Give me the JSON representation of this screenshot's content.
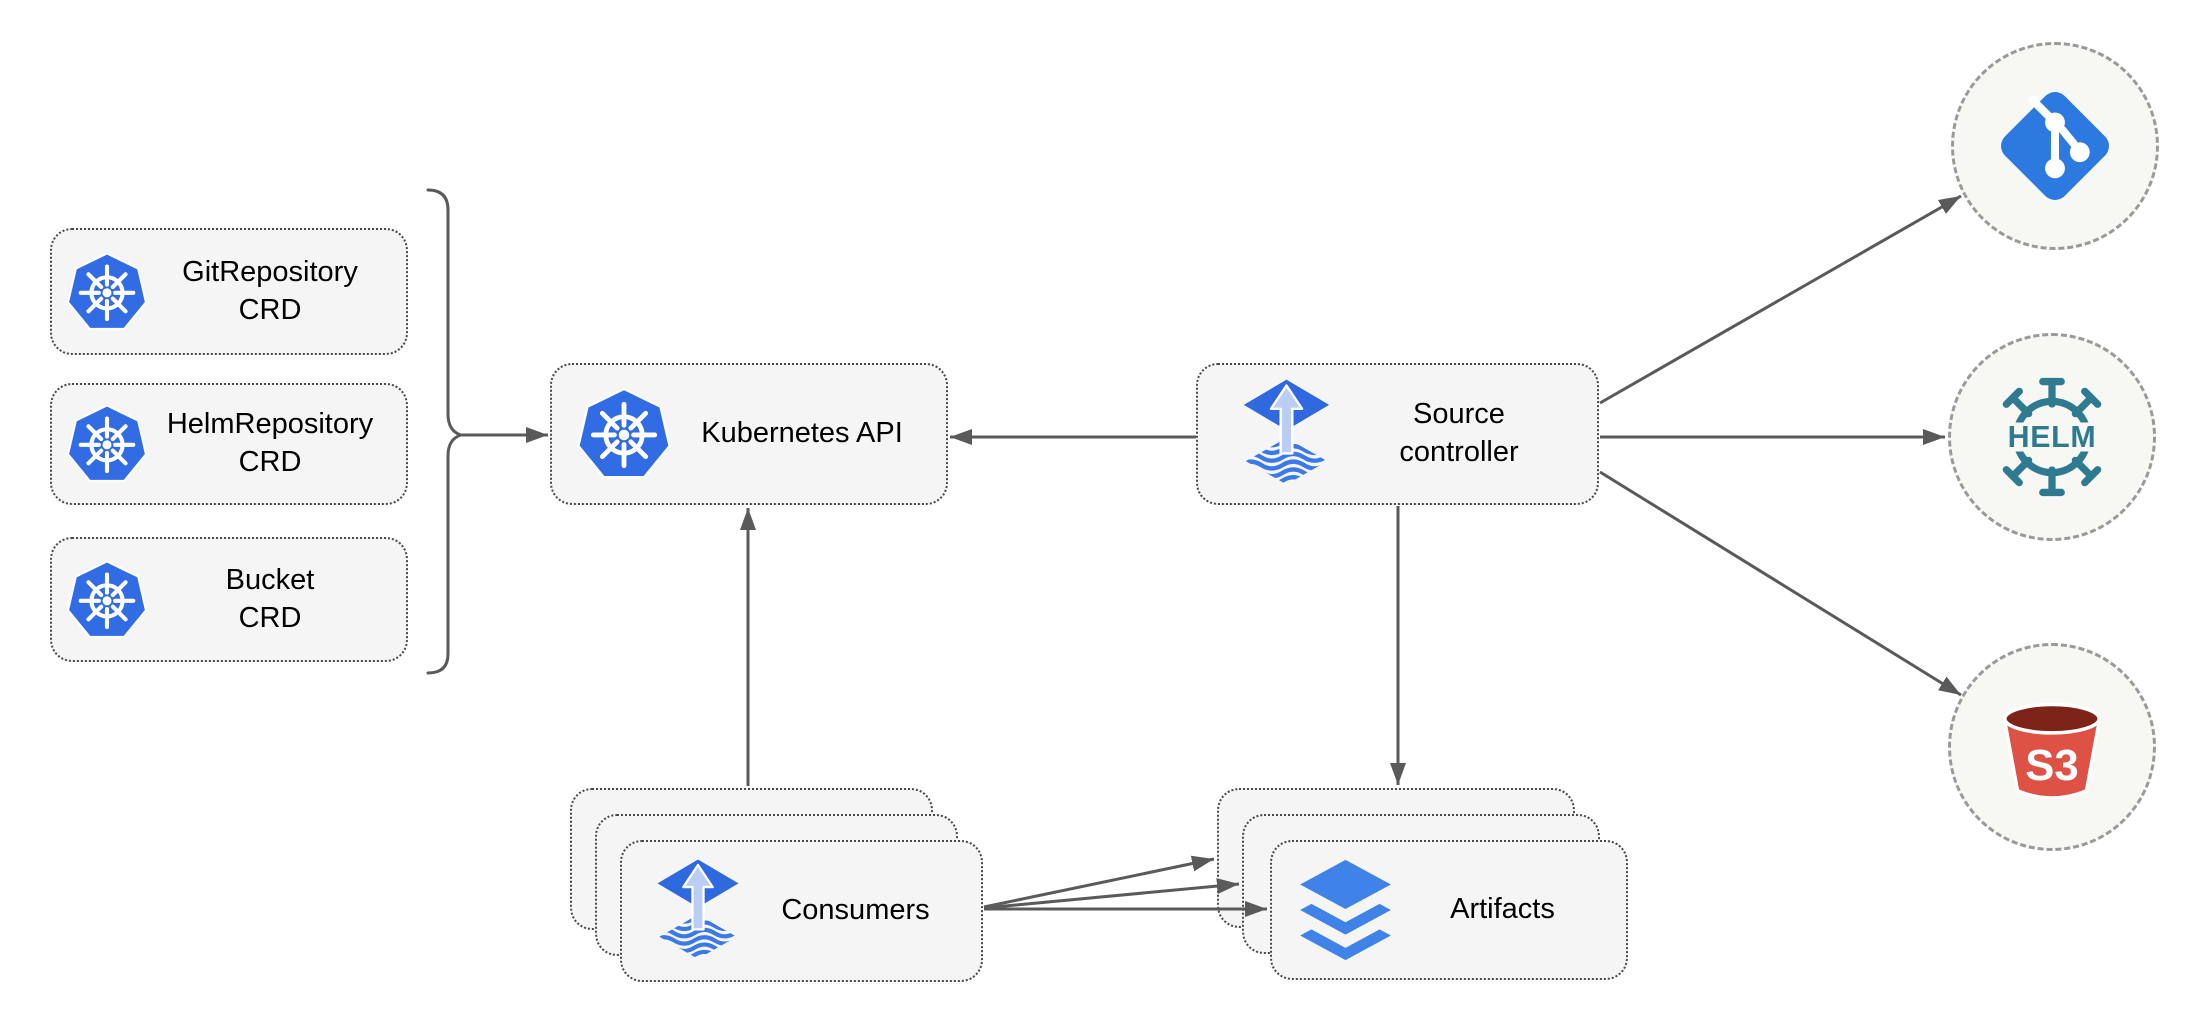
{
  "diagram": {
    "name": "flux-source-controller-architecture",
    "background": "#ffffff"
  },
  "colors": {
    "node_fill": "#f5f5f5",
    "node_border": "#4a4a4a",
    "circle_fill": "#f7f7f4",
    "circle_border": "#9a9a9a",
    "connector_gray": "#5a5a5a",
    "text": "#000000",
    "kubernetes_blue": "#326ce5",
    "flux_blue": "#2e69e0",
    "flux_arrow_light": "#bccdf3",
    "flux_wave_blue": "#3b78e8",
    "git_blue": "#2c79df",
    "helm_teal": "#2e7b91",
    "s3_red": "#de5246",
    "s3_dark_interior": "#7e2318",
    "layers_blue": "#3f82e8"
  },
  "nodes": {
    "gitrepo_crd": {
      "line1": "GitRepository",
      "line2": "CRD",
      "icon": "kubernetes-icon"
    },
    "helmrepo_crd": {
      "line1": "HelmRepository",
      "line2": "CRD",
      "icon": "kubernetes-icon"
    },
    "bucket_crd": {
      "line1": "Bucket",
      "line2": "CRD",
      "icon": "kubernetes-icon"
    },
    "kubernetes_api": {
      "label": "Kubernetes API",
      "icon": "kubernetes-icon"
    },
    "source_controller": {
      "line1": "Source",
      "line2": "controller",
      "icon": "flux-icon"
    },
    "consumers": {
      "label": "Consumers",
      "icon": "flux-icon",
      "stacked_layers": 3
    },
    "artifacts": {
      "label": "Artifacts",
      "icon": "layers-icon",
      "stacked_layers": 3
    }
  },
  "external_sources": {
    "git": {
      "icon": "git-icon"
    },
    "helm": {
      "icon": "helm-icon",
      "label": "HELM"
    },
    "s3": {
      "icon": "s3-bucket-icon",
      "label": "S3"
    }
  },
  "connectors": [
    {
      "from": "crd-group-brace",
      "to": "kubernetes_api"
    },
    {
      "from": "source_controller",
      "to": "kubernetes_api"
    },
    {
      "from": "consumers",
      "to": "kubernetes_api"
    },
    {
      "from": "source_controller",
      "to": "artifacts"
    },
    {
      "from": "source_controller",
      "to": "git"
    },
    {
      "from": "source_controller",
      "to": "helm"
    },
    {
      "from": "source_controller",
      "to": "s3"
    },
    {
      "from": "consumers",
      "to": "artifacts",
      "count": 3
    }
  ]
}
